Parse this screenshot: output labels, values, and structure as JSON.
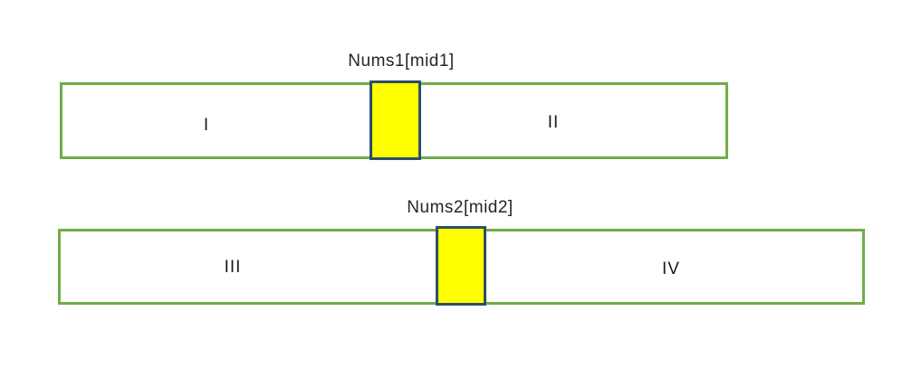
{
  "diagram": {
    "type": "two-array-partition-diagram",
    "arrays": [
      {
        "pointer_label": "Nums1[mid1]",
        "left_region": "I",
        "right_region": "II"
      },
      {
        "pointer_label": "Nums2[mid2]",
        "left_region": "III",
        "right_region": "IV"
      }
    ],
    "colors": {
      "bar_border": "#70AD47",
      "highlight_fill": "#FFFF00",
      "highlight_border": "#2F4D6B",
      "text": "#262626",
      "background": "#FFFFFF"
    }
  }
}
